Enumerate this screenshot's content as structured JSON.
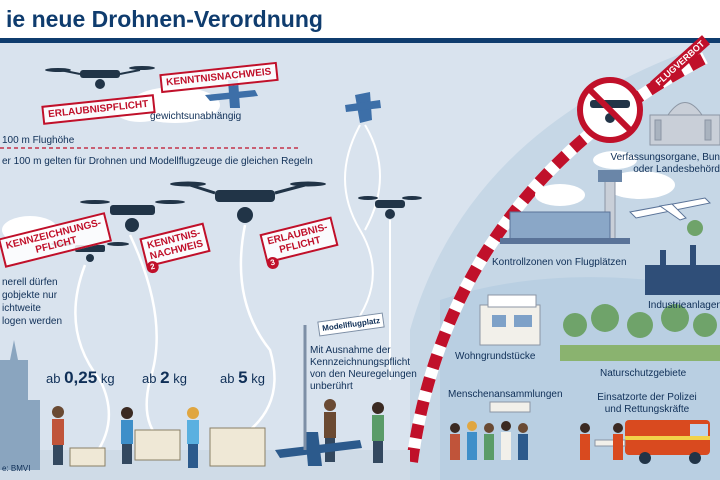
{
  "header": {
    "title": "ie neue Drohnen-Verordnung"
  },
  "top": {
    "stamp_erlaubnis": "ERLAUBNISPFLICHT",
    "stamp_kenntnis": "KENNTNISNACHWEIS",
    "weight_note": "gewichtsunabhängig",
    "height_note": "100 m Flughöhe",
    "rule_note": "er 100 m gelten für Drohnen und Modellflugzeuge die gleichen Regeln"
  },
  "middle": {
    "stamp_kennzeichnung": [
      "KENNZEICHNUNGS-",
      "PFLICHT"
    ],
    "stamp_kenntnis_2": [
      "KENNTNIS-",
      "NACHWEIS"
    ],
    "stamp_erlaubnis_3": [
      "ERLAUBNIS-",
      "PFLICHT"
    ],
    "number_2": "2",
    "number_3": "3",
    "left_note": [
      "nerell dürfen",
      "gobjekte nur",
      "ichtweite",
      "logen werden"
    ],
    "weights": [
      {
        "prefix": "ab",
        "value": "0,25",
        "unit": "kg"
      },
      {
        "prefix": "ab",
        "value": "2",
        "unit": "kg"
      },
      {
        "prefix": "ab",
        "value": "5",
        "unit": "kg"
      }
    ],
    "modellflugplatz_sign": "Modellflugplatz",
    "modell_note": [
      "Mit Ausnahme der",
      "Kennzeichnungspflicht",
      "von den Neuregelungen",
      "unberührt"
    ],
    "source": "e: BMVI"
  },
  "right": {
    "flugverbot": "FLUGVERBOT",
    "verfassung": [
      "Verfassungsorgane, Bun",
      "oder Landesbehörd"
    ],
    "kontrollzonen": "Kontrollzonen von Flugplätzen",
    "industrie": "Industrieanlagen",
    "wohn": "Wohngrundstücke",
    "natur": "Naturschutzgebiete",
    "menschen": "Menschenansammlungen",
    "polizei": [
      "Einsatzorte der Polizei",
      "und Rettungskräfte"
    ]
  },
  "colors": {
    "navy": "#0f3c6e",
    "stamp_red": "#c0102a",
    "sky": "#d9e3ee",
    "right_zone": "#c6d7e6"
  }
}
